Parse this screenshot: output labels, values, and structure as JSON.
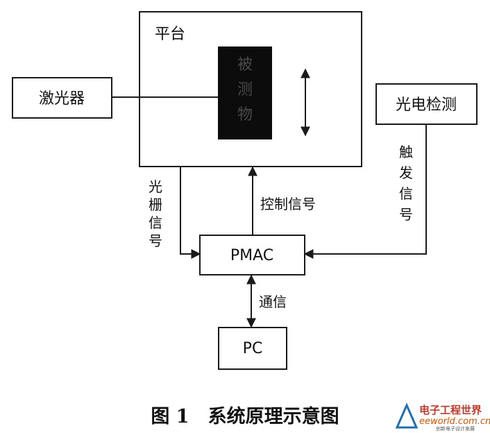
{
  "nodes": {
    "platform": "平台",
    "object": "被测物",
    "laser": "激光器",
    "photo_detect": "光电检测",
    "pmac": "PMAC",
    "pc": "PC"
  },
  "edges": {
    "grating_signal": "光栅信号",
    "control_signal": "控制信号",
    "trigger_signal": "触发信号",
    "communication": "通信"
  },
  "caption": "图 1　系统原理示意图",
  "watermark": {
    "title": "电子工程世界",
    "site": "eeworld.com.cn",
    "tagline": "创新电子设计发展"
  }
}
